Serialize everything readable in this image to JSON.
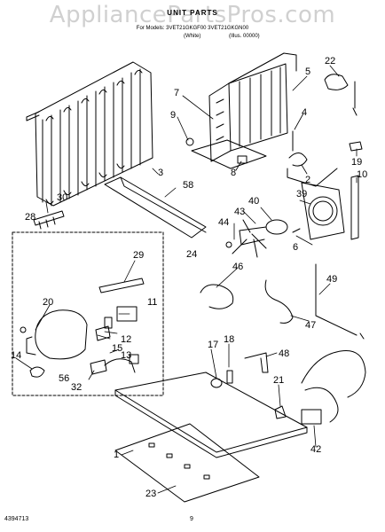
{
  "watermark": "AppliancePartsPros.com",
  "header": {
    "title": "UNIT PARTS",
    "models": "For Models: 3VET21GKGF00 3VET21GKGN00",
    "color_white": "(White)",
    "illustration": "(Illus. 00000)"
  },
  "footer": {
    "part_number": "4394713",
    "page": "9"
  },
  "callouts": [
    "1",
    "2",
    "3",
    "4",
    "5",
    "6",
    "7",
    "8",
    "9",
    "10",
    "11",
    "12",
    "13",
    "14",
    "15",
    "17",
    "18",
    "19",
    "20",
    "21",
    "22",
    "23",
    "24",
    "28",
    "29",
    "30",
    "32",
    "39",
    "40",
    "42",
    "43",
    "44",
    "46",
    "47",
    "48",
    "49",
    "56",
    "58"
  ],
  "colors": {
    "ink": "#000000",
    "watermark": "#aaaaaa"
  }
}
